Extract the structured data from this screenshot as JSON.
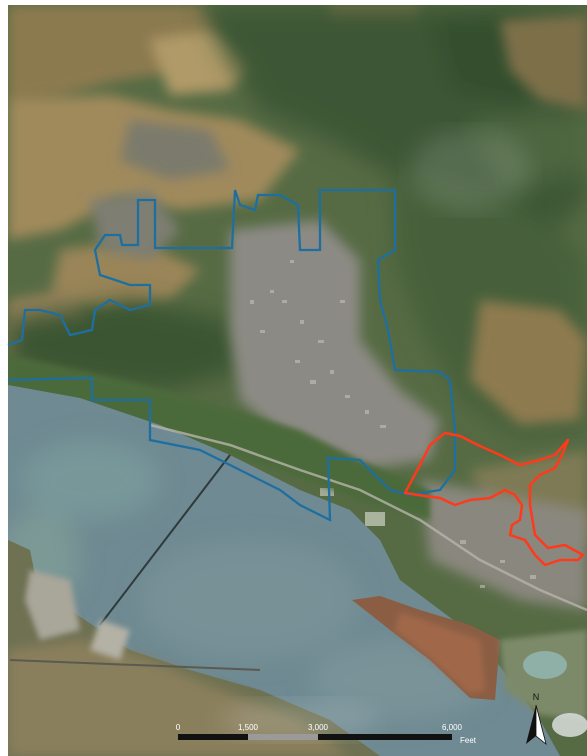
{
  "map": {
    "boundaries": [
      {
        "name": "blue-boundary",
        "color": "#1e6fa0"
      },
      {
        "name": "red-boundary",
        "color": "#ff3a1a"
      }
    ],
    "colors": {
      "river": "#6f8a92",
      "forest": "#3f5a33",
      "dry_grass": "#a4895a",
      "town": "#8e8b82",
      "frame": "#ffffff"
    }
  },
  "scale_bar": {
    "ticks": [
      "0",
      "1,500",
      "3,000",
      "6,000"
    ],
    "unit": "Feet"
  },
  "north_arrow": {
    "label": "N"
  }
}
